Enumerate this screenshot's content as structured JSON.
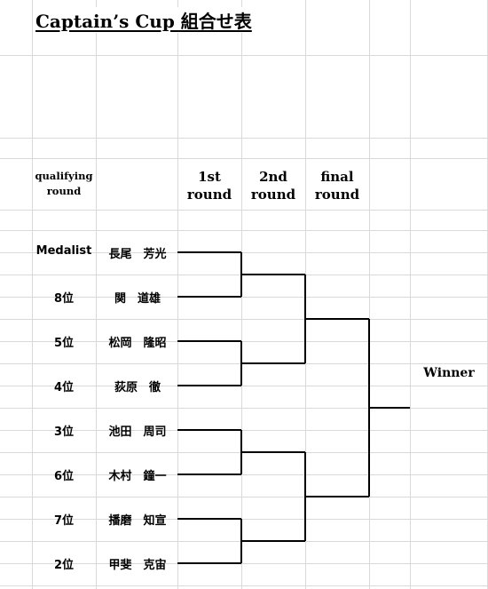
{
  "title": "Captain’s Cup 組合せ表",
  "headers": {
    "qualifying_line1": "qualifying",
    "qualifying_line2": "round",
    "first_line1": "1st",
    "first_line2": "round",
    "second_line1": "2nd",
    "second_line2": "round",
    "final_line1": "final",
    "final_line2": "round"
  },
  "players": [
    {
      "rank": "Medalist",
      "name": "長尾　芳光"
    },
    {
      "rank": "8位",
      "name": "関　道雄"
    },
    {
      "rank": "5位",
      "name": "松岡　隆昭"
    },
    {
      "rank": "4位",
      "name": "荻原　徹"
    },
    {
      "rank": "3位",
      "name": "池田　周司"
    },
    {
      "rank": "6位",
      "name": "木村　鐘一"
    },
    {
      "rank": "7位",
      "name": "播磨　知宣"
    },
    {
      "rank": "2位",
      "name": "甲斐　克宙"
    }
  ],
  "winner_label": "Winner"
}
